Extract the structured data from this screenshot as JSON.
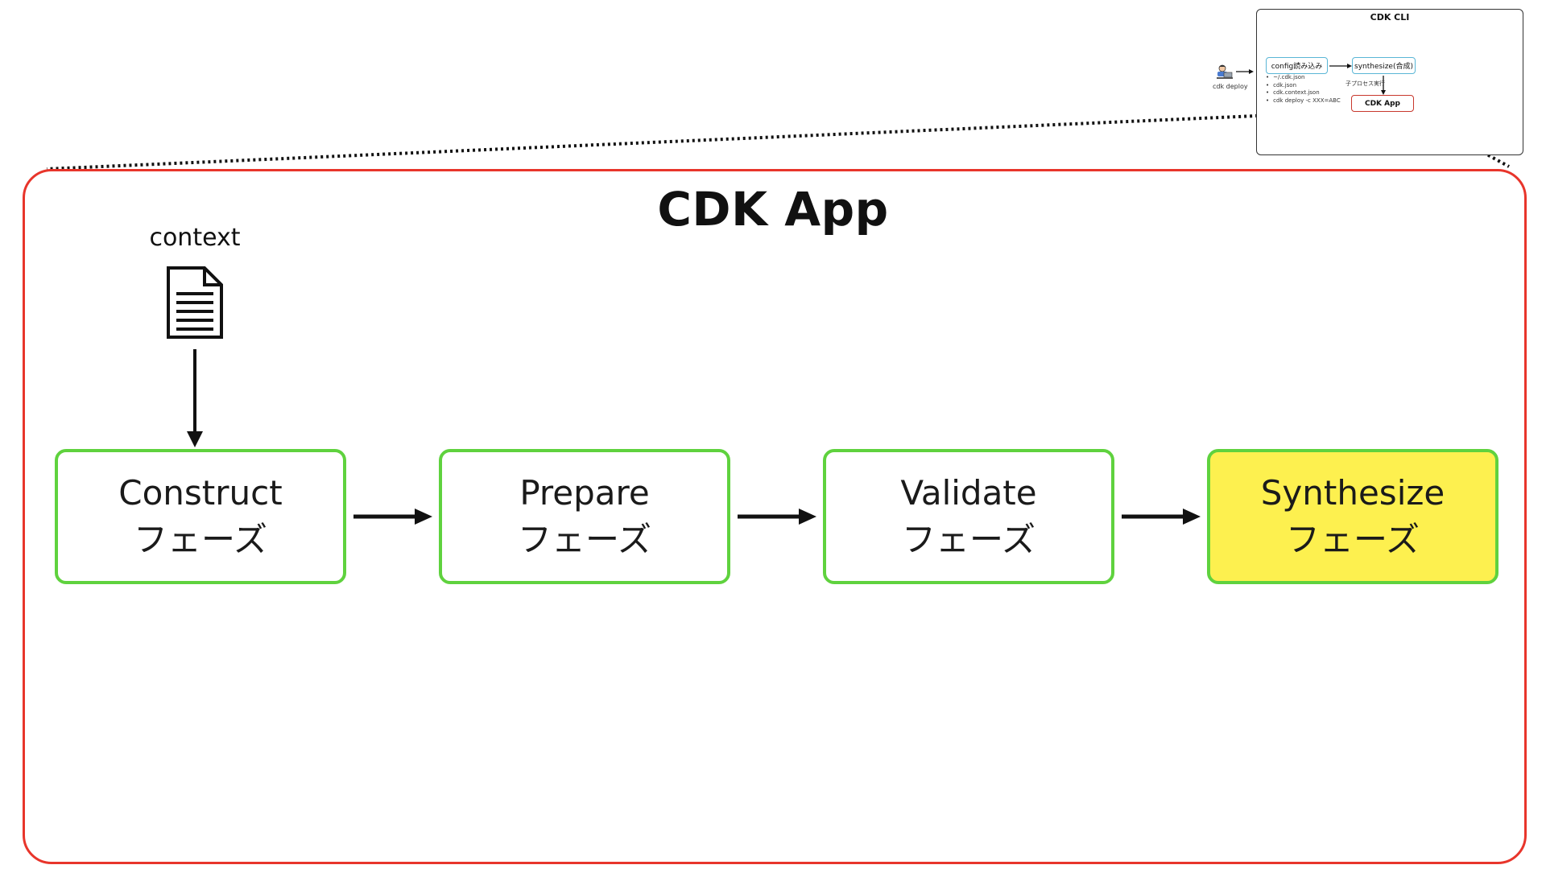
{
  "diagram": {
    "title": "CDK App",
    "context_label": "context",
    "phases": [
      {
        "name": "Construct",
        "suffix": "フェーズ",
        "highlighted": false
      },
      {
        "name": "Prepare",
        "suffix": "フェーズ",
        "highlighted": false
      },
      {
        "name": "Validate",
        "suffix": "フェーズ",
        "highlighted": false
      },
      {
        "name": "Synthesize",
        "suffix": "フェーズ",
        "highlighted": true
      }
    ]
  },
  "mini": {
    "title": "CDK CLI",
    "user_label": "cdk deploy",
    "config_node": "config読み込み",
    "synth_node": "synthesize(合成)",
    "app_node": "CDK App",
    "subprocess_note": "子プロセス実行",
    "config_sources": [
      "~/.cdk.json",
      "cdk.json",
      "cdk.context.json",
      "cdk deploy -c XXX=ABC"
    ]
  },
  "colors": {
    "frame_border": "#e8352b",
    "phase_border": "#5fd23e",
    "highlight_fill": "#fdf04f",
    "mini_node_border": "#5ab6d6"
  },
  "icons": {
    "context": "document-icon",
    "user": "user-at-laptop-icon"
  }
}
